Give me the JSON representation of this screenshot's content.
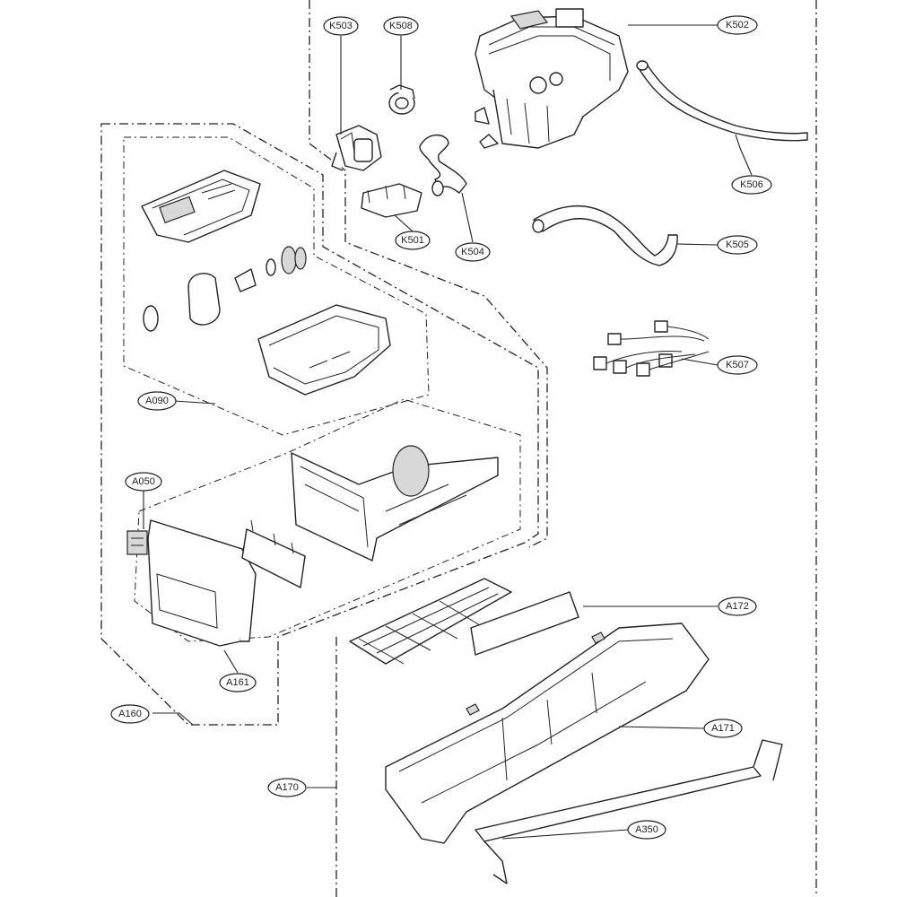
{
  "diagram": {
    "labels": {
      "K503": "K503",
      "K508": "K508",
      "K502": "K502",
      "K506": "K506",
      "K501": "K501",
      "K504": "K504",
      "K505": "K505",
      "K507": "K507",
      "A090": "A090",
      "A050": "A050",
      "A161": "A161",
      "A160": "A160",
      "A172": "A172",
      "A171": "A171",
      "A170": "A170",
      "A350": "A350"
    }
  }
}
